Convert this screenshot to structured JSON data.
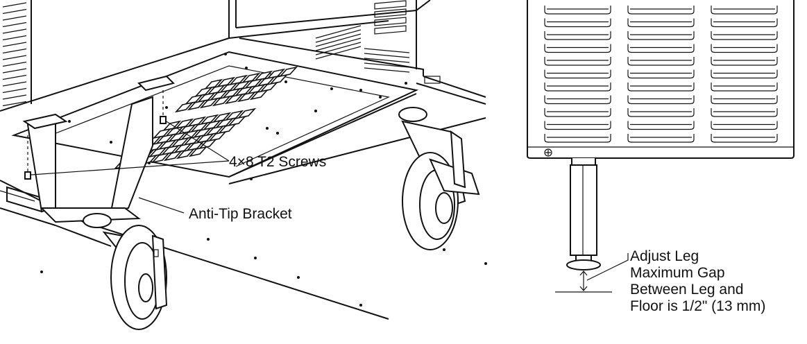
{
  "callouts": {
    "screws": "4×8 T2 Screws",
    "bracket": "Anti-Tip Bracket",
    "leg_lines": [
      "Adjust Leg",
      "Maximum Gap",
      "Between Leg and",
      "Floor is 1/2\" (13 mm)"
    ]
  },
  "colors": {
    "line": "#111111",
    "background": "#ffffff"
  }
}
